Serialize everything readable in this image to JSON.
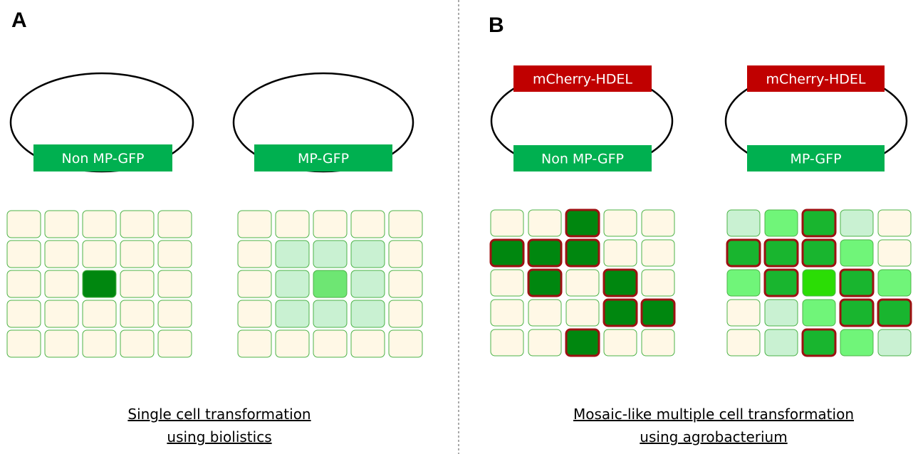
{
  "colors": {
    "green_label": "#00b050",
    "red_label": "#c00000",
    "cell_empty": "#fff8e6",
    "cell_light": "#c9f1d2",
    "cell_medium": "#6ee673",
    "cell_medium_bright": "#70f579",
    "cell_dark": "#00870f",
    "cell_dark_mid": "#19b52f",
    "cell_bright": "#2bdd05",
    "cell_border_green": "#4cb348",
    "cell_border_red": "#9c1111"
  },
  "panels": [
    {
      "id": "A",
      "label": "A",
      "caption": [
        "Single cell transformation",
        "using biolistics"
      ],
      "constructs": [
        {
          "labels": [
            {
              "text": "Non MP-GFP",
              "color": "green"
            }
          ]
        },
        {
          "labels": [
            {
              "text": "MP-GFP",
              "color": "green"
            }
          ]
        }
      ],
      "grids": [
        {
          "cells": [
            [
              "E",
              "E",
              "E",
              "E",
              "E"
            ],
            [
              "E",
              "E",
              "E",
              "E",
              "E"
            ],
            [
              "E",
              "E",
              "D",
              "E",
              "E"
            ],
            [
              "E",
              "E",
              "E",
              "E",
              "E"
            ],
            [
              "E",
              "E",
              "E",
              "E",
              "E"
            ]
          ],
          "red_outlined": []
        },
        {
          "cells": [
            [
              "E",
              "E",
              "E",
              "E",
              "E"
            ],
            [
              "E",
              "L",
              "L",
              "L",
              "E"
            ],
            [
              "E",
              "L",
              "M",
              "L",
              "E"
            ],
            [
              "E",
              "L",
              "L",
              "L",
              "E"
            ],
            [
              "E",
              "E",
              "E",
              "E",
              "E"
            ]
          ],
          "red_outlined": []
        }
      ]
    },
    {
      "id": "B",
      "label": "B",
      "caption": [
        "Mosaic-like multiple cell transformation",
        "using agrobacterium"
      ],
      "constructs": [
        {
          "labels": [
            {
              "text": "mCherry-HDEL",
              "color": "red"
            },
            {
              "text": "Non MP-GFP",
              "color": "green"
            }
          ]
        },
        {
          "labels": [
            {
              "text": "mCherry-HDEL",
              "color": "red"
            },
            {
              "text": "MP-GFP",
              "color": "green"
            }
          ]
        }
      ],
      "grids": [
        {
          "cells": [
            [
              "E",
              "E",
              "D",
              "E",
              "E"
            ],
            [
              "D",
              "D",
              "D",
              "E",
              "E"
            ],
            [
              "E",
              "D",
              "E",
              "D",
              "E"
            ],
            [
              "E",
              "E",
              "E",
              "D",
              "D"
            ],
            [
              "E",
              "E",
              "D",
              "E",
              "E"
            ]
          ],
          "red_outlined": [
            [
              0,
              2
            ],
            [
              1,
              0
            ],
            [
              1,
              1
            ],
            [
              1,
              2
            ],
            [
              2,
              1
            ],
            [
              2,
              3
            ],
            [
              3,
              3
            ],
            [
              3,
              4
            ],
            [
              4,
              2
            ]
          ]
        },
        {
          "cells": [
            [
              "L",
              "B",
              "G",
              "L",
              "E"
            ],
            [
              "G",
              "G",
              "G",
              "B",
              "E"
            ],
            [
              "B",
              "G",
              "R",
              "G",
              "B"
            ],
            [
              "E",
              "L",
              "B",
              "G",
              "G"
            ],
            [
              "E",
              "L",
              "G",
              "B",
              "L"
            ]
          ],
          "red_outlined": [
            [
              0,
              2
            ],
            [
              1,
              0
            ],
            [
              1,
              1
            ],
            [
              1,
              2
            ],
            [
              2,
              1
            ],
            [
              2,
              3
            ],
            [
              3,
              3
            ],
            [
              3,
              4
            ],
            [
              4,
              2
            ]
          ]
        }
      ]
    }
  ]
}
